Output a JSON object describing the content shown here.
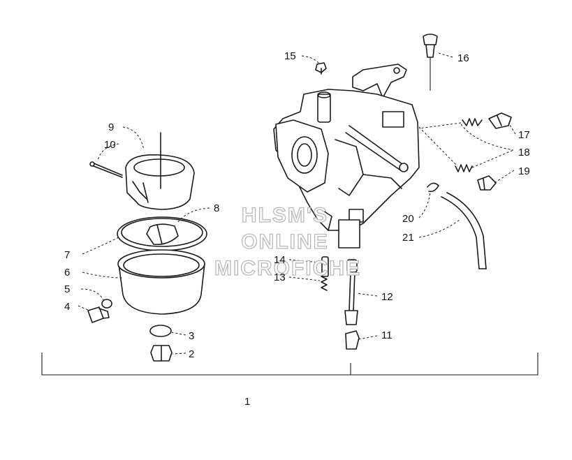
{
  "watermark": {
    "line1": "HLSM'S",
    "line2": "ONLINE",
    "line3": "MICROFICHE"
  },
  "callouts": [
    {
      "id": "1",
      "label": "1"
    },
    {
      "id": "2",
      "label": "2"
    },
    {
      "id": "3",
      "label": "3"
    },
    {
      "id": "4",
      "label": "4"
    },
    {
      "id": "5",
      "label": "5"
    },
    {
      "id": "6",
      "label": "6"
    },
    {
      "id": "7",
      "label": "7"
    },
    {
      "id": "8",
      "label": "8"
    },
    {
      "id": "9",
      "label": "9"
    },
    {
      "id": "10",
      "label": "10"
    },
    {
      "id": "11",
      "label": "11"
    },
    {
      "id": "12",
      "label": "12"
    },
    {
      "id": "13",
      "label": "13"
    },
    {
      "id": "14",
      "label": "14"
    },
    {
      "id": "15",
      "label": "15"
    },
    {
      "id": "16",
      "label": "16"
    },
    {
      "id": "17",
      "label": "17"
    },
    {
      "id": "18",
      "label": "18"
    },
    {
      "id": "19",
      "label": "19"
    },
    {
      "id": "20",
      "label": "20"
    },
    {
      "id": "21",
      "label": "21"
    }
  ]
}
